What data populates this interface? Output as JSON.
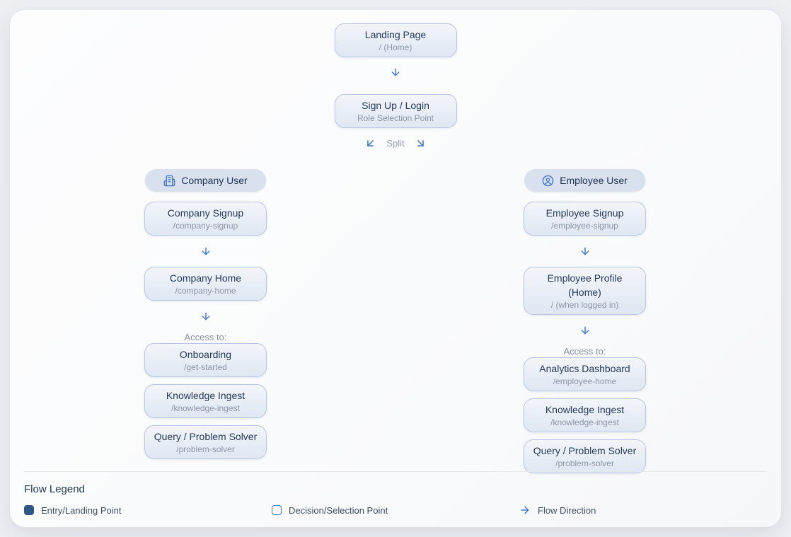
{
  "colors": {
    "accent_blue": "#4577c8",
    "node_border": "#b9c8e4",
    "node_fill_top": "#f3f5f9",
    "node_fill_bottom": "#dfe7f3",
    "pill_fill": "#d9e1ef",
    "title_text": "#24395c",
    "subtitle_text": "#8e96a8",
    "muted_text": "#8a92a4",
    "legend_entry_fill": "#2d5481"
  },
  "flow": {
    "landing": {
      "title": "Landing Page",
      "subtitle": "/ (Home)"
    },
    "signup": {
      "title": "Sign Up / Login",
      "subtitle": "Role Selection Point"
    },
    "split_label": "Split",
    "company": {
      "label": "Company User",
      "icon": "building-icon",
      "steps": [
        {
          "title": "Company Signup",
          "subtitle": "/company-signup"
        },
        {
          "title": "Company Home",
          "subtitle": "/company-home"
        }
      ],
      "access_label": "Access to:",
      "access": [
        {
          "title": "Onboarding",
          "subtitle": "/get-started"
        },
        {
          "title": "Knowledge Ingest",
          "subtitle": "/knowledge-ingest"
        },
        {
          "title": "Query / Problem Solver",
          "subtitle": "/problem-solver"
        }
      ]
    },
    "employee": {
      "label": "Employee User",
      "icon": "user-circle-icon",
      "steps": [
        {
          "title": "Employee Signup",
          "subtitle": "/employee-signup"
        },
        {
          "title": "Employee Profile (Home)",
          "subtitle": "/ (when logged in)"
        }
      ],
      "access_label": "Access to:",
      "access": [
        {
          "title": "Analytics Dashboard",
          "subtitle": "/employee-home"
        },
        {
          "title": "Knowledge Ingest",
          "subtitle": "/knowledge-ingest"
        },
        {
          "title": "Query / Problem Solver",
          "subtitle": "/problem-solver"
        }
      ]
    }
  },
  "legend": {
    "title": "Flow Legend",
    "items": [
      {
        "label": "Entry/Landing Point",
        "icon": "filled-square-swatch"
      },
      {
        "label": "Decision/Selection Point",
        "icon": "outline-square-swatch"
      },
      {
        "label": "Flow Direction",
        "icon": "right-arrow-icon"
      }
    ]
  }
}
